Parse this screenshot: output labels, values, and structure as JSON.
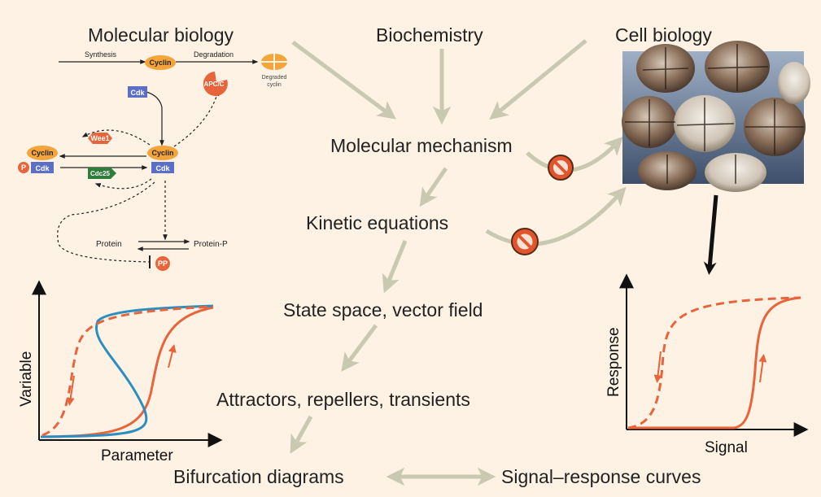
{
  "headings": {
    "molecular_biology": "Molecular biology",
    "biochemistry": "Biochemistry",
    "cell_biology": "Cell biology"
  },
  "flow": {
    "molecular_mechanism": "Molecular mechanism",
    "kinetic_equations": "Kinetic equations",
    "state_space": "State space, vector field",
    "attractors": "Attractors, repellers, transients",
    "bifurcation": "Bifurcation diagrams",
    "signal_response": "Signal–response curves"
  },
  "network": {
    "synthesis": "Synthesis",
    "degradation": "Degradation",
    "cyclin": "Cyclin",
    "cdk": "Cdk",
    "apc": "APC/C",
    "degraded_cyclin_1": "Degraded",
    "degraded_cyclin_2": "cyclin",
    "wee1": "Wee1",
    "cdc25": "Cdc25",
    "p": "P",
    "protein": "Protein",
    "protein_p": "Protein-P",
    "pp": "PP"
  },
  "bifurcation_plot": {
    "ylabel": "Variable",
    "xlabel": "Parameter"
  },
  "response_plot": {
    "ylabel": "Response",
    "xlabel": "Signal"
  },
  "colors": {
    "background": "#fdf2e4",
    "arrow": "#c9c8b0",
    "orange": "#e8643a",
    "blue": "#2a8fc0",
    "cyclin": "#f5a43a",
    "cdk": "#5b6fc8",
    "wee1": "#e8643a",
    "cdc25": "#2e7d3a",
    "prohibit": "#e2552c"
  },
  "icons": [
    "prohibition-icon",
    "frog-embryo-photo"
  ]
}
